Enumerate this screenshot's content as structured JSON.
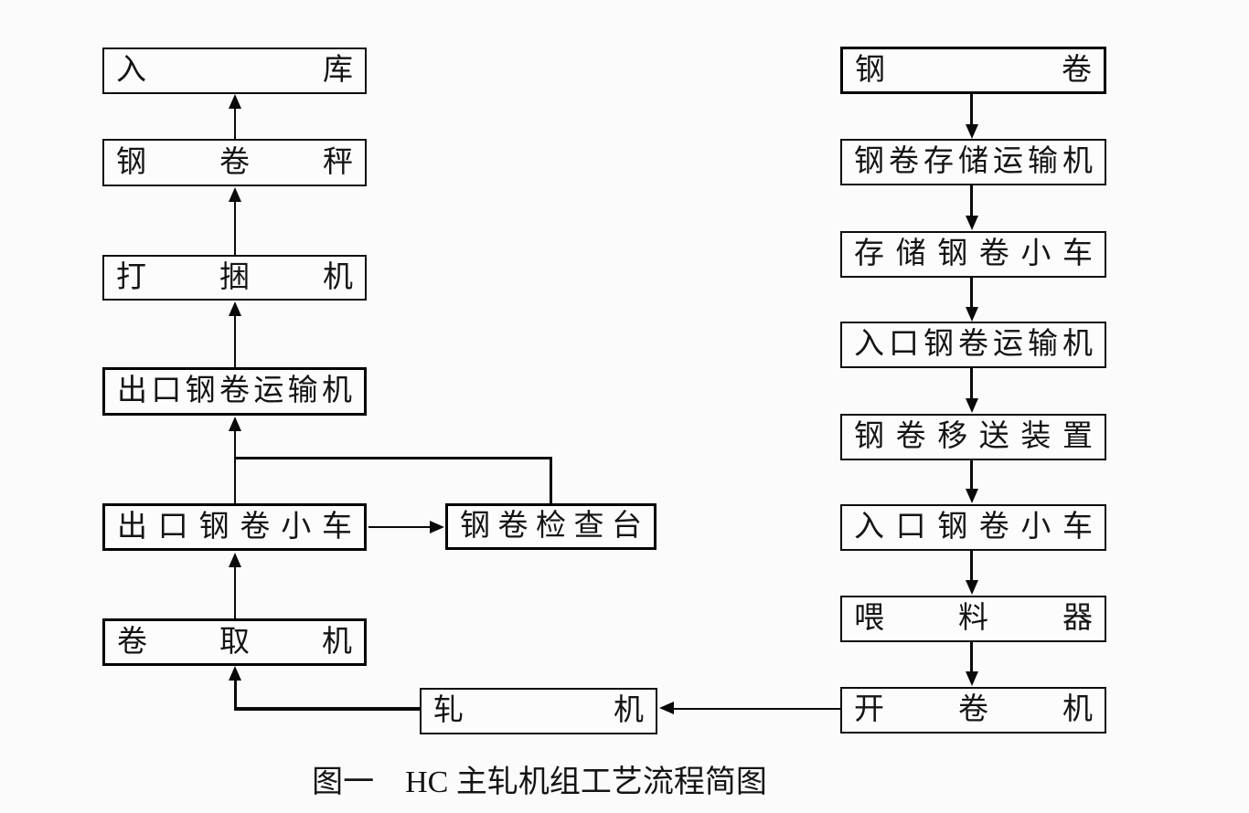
{
  "caption": "图一　HC 主轧机组工艺流程简图",
  "colors": {
    "background": "#fbfbfc",
    "line": "#0a0a0a",
    "box_border": "#000000"
  },
  "diagram": {
    "nodes": {
      "warehousing": "入库",
      "coil_scale": "钢卷秤",
      "bundling_machine": "打捆机",
      "exit_coil_conveyor": "出口钢卷运输机",
      "exit_coil_car": "出口钢卷小车",
      "coiler": "卷取机",
      "coil_inspection_station": "钢卷检查台",
      "rolling_mill": "轧机",
      "steel_coil": "钢卷",
      "coil_storage_conveyor": "钢卷存储运输机",
      "storage_coil_car": "存储钢卷小车",
      "entry_coil_conveyor": "入口钢卷运输机",
      "coil_transfer_device": "钢卷移送装置",
      "entry_coil_car": "入口钢卷小车",
      "feeder": "喂料器",
      "uncoiler": "开卷机"
    },
    "edges": [
      {
        "from": "钢卷",
        "to": "钢卷存储运输机"
      },
      {
        "from": "钢卷存储运输机",
        "to": "存储钢卷小车"
      },
      {
        "from": "存储钢卷小车",
        "to": "入口钢卷运输机"
      },
      {
        "from": "入口钢卷运输机",
        "to": "钢卷移送装置"
      },
      {
        "from": "钢卷移送装置",
        "to": "入口钢卷小车"
      },
      {
        "from": "入口钢卷小车",
        "to": "喂料器"
      },
      {
        "from": "喂料器",
        "to": "开卷机"
      },
      {
        "from": "开卷机",
        "to": "轧机"
      },
      {
        "from": "轧机",
        "to": "卷取机"
      },
      {
        "from": "卷取机",
        "to": "出口钢卷小车"
      },
      {
        "from": "出口钢卷小车",
        "to": "钢卷检查台"
      },
      {
        "from": "钢卷检查台",
        "to": "出口钢卷运输机"
      },
      {
        "from": "出口钢卷小车",
        "to": "出口钢卷运输机"
      },
      {
        "from": "出口钢卷运输机",
        "to": "打捆机"
      },
      {
        "from": "打捆机",
        "to": "钢卷秤"
      },
      {
        "from": "钢卷秤",
        "to": "入库"
      }
    ]
  }
}
